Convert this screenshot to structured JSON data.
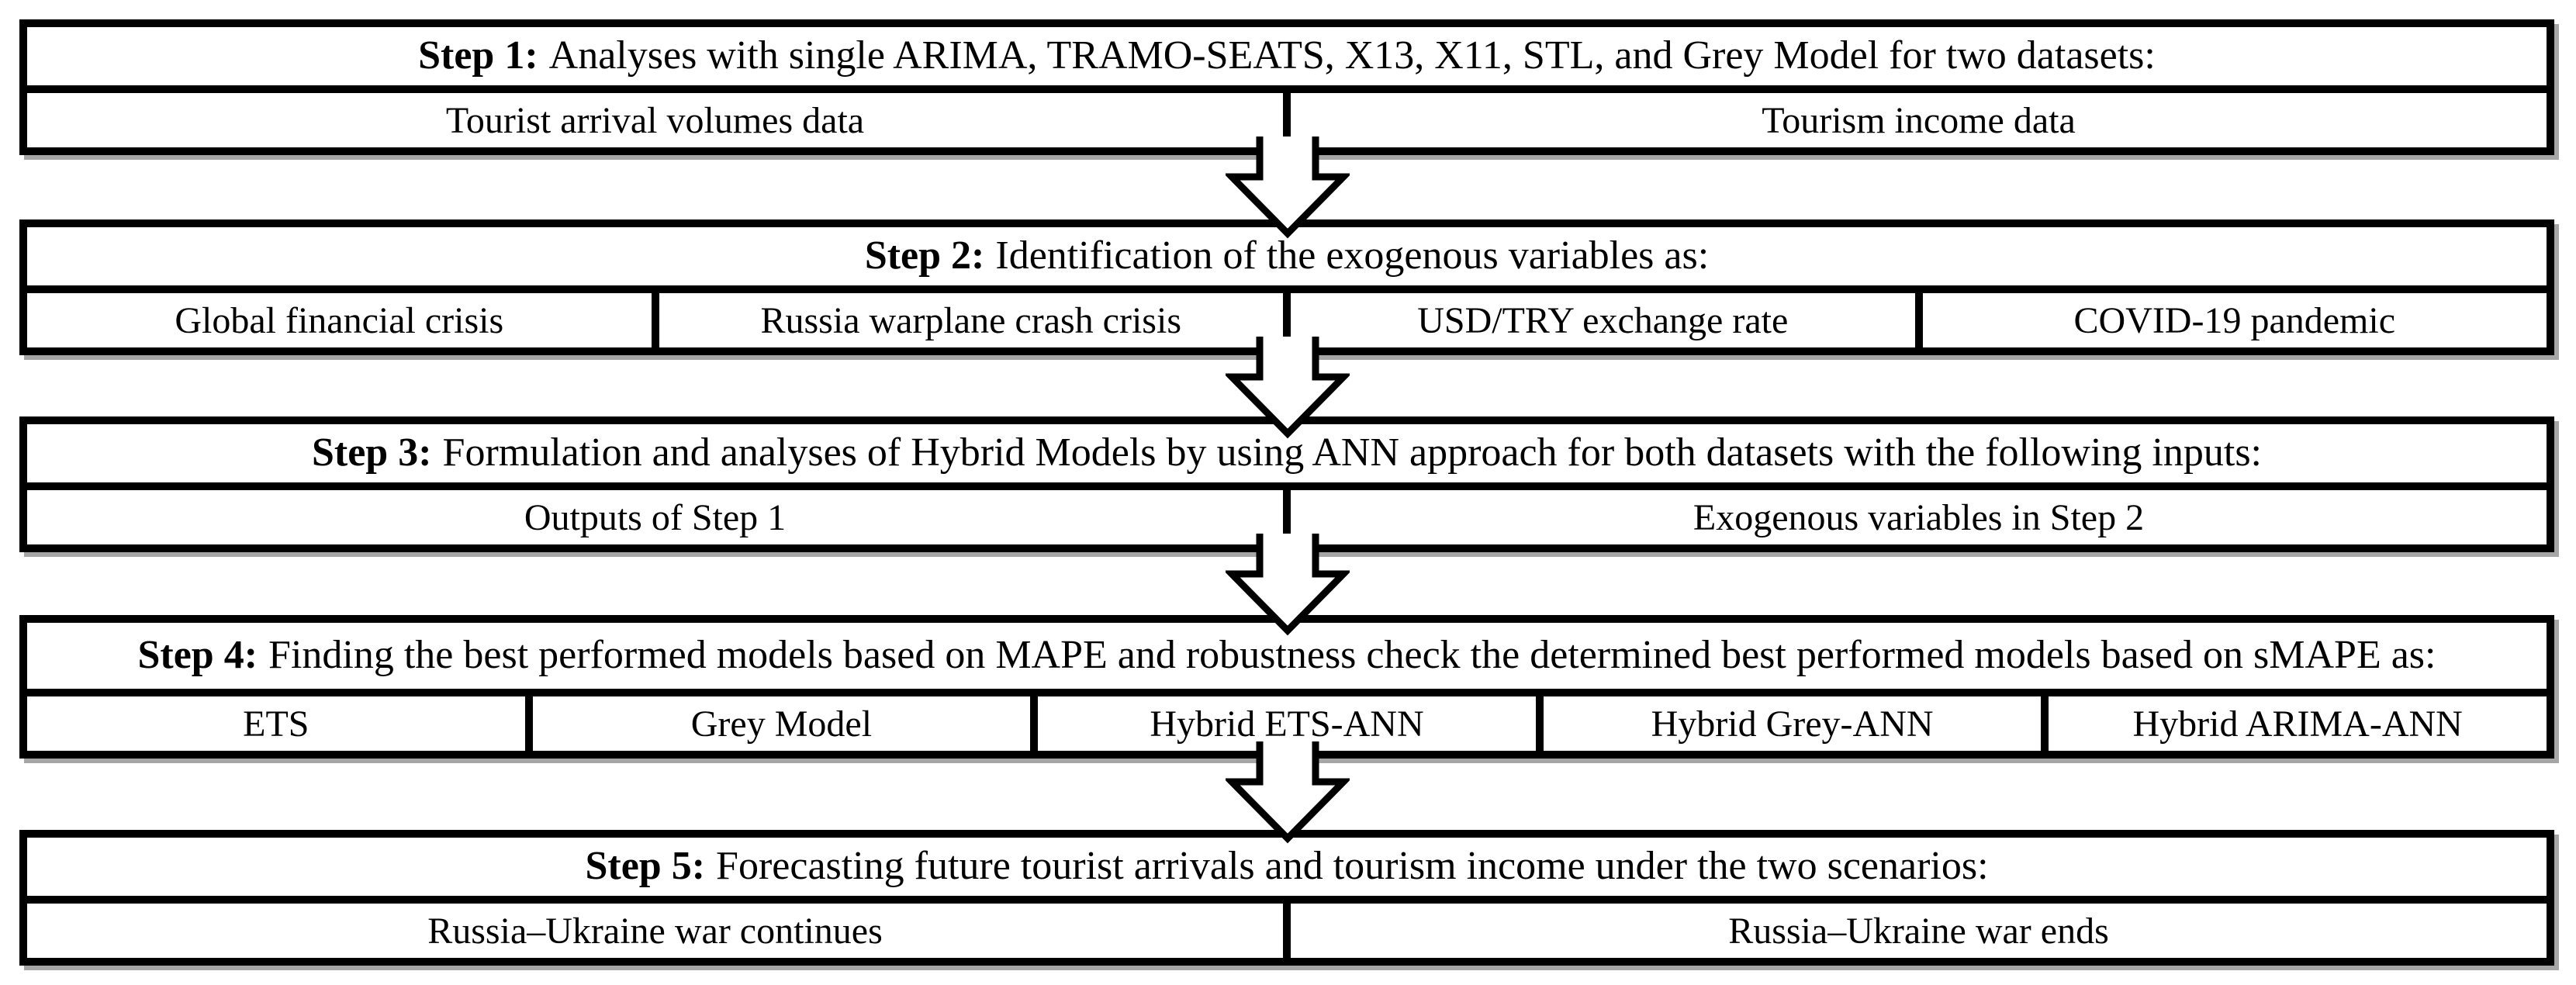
{
  "figure": {
    "type": "flowchart",
    "colors": {
      "border": "#000000",
      "background": "#ffffff",
      "shadow": "#a6a6a6",
      "text": "#000000"
    },
    "arrow_icon": "down-block-arrow",
    "steps": [
      {
        "label": "Step 1:",
        "title": "Analyses with single ARIMA, TRAMO-SEATS, X13, X11, STL, and Grey Model for two datasets:",
        "items": [
          "Tourist arrival volumes data",
          "Tourism income data"
        ]
      },
      {
        "label": "Step 2:",
        "title": "Identification of the exogenous variables as:",
        "items": [
          "Global financial crisis",
          "Russia warplane crash crisis",
          "USD/TRY exchange rate",
          "COVID-19 pandemic"
        ]
      },
      {
        "label": "Step 3:",
        "title": "Formulation and analyses of Hybrid Models by using ANN approach for both datasets with the following inputs:",
        "items": [
          "Outputs of Step 1",
          "Exogenous variables in Step 2"
        ]
      },
      {
        "label": "Step 4:",
        "title": "Finding the best performed models based on MAPE and robustness check the determined best performed models based on sMAPE as:",
        "items": [
          "ETS",
          "Grey Model",
          "Hybrid ETS-ANN",
          "Hybrid Grey-ANN",
          "Hybrid ARIMA-ANN"
        ]
      },
      {
        "label": "Step 5:",
        "title": "Forecasting future tourist arrivals and tourism income under the two scenarios:",
        "items": [
          "Russia–Ukraine war continues",
          "Russia–Ukraine war ends"
        ]
      }
    ]
  }
}
